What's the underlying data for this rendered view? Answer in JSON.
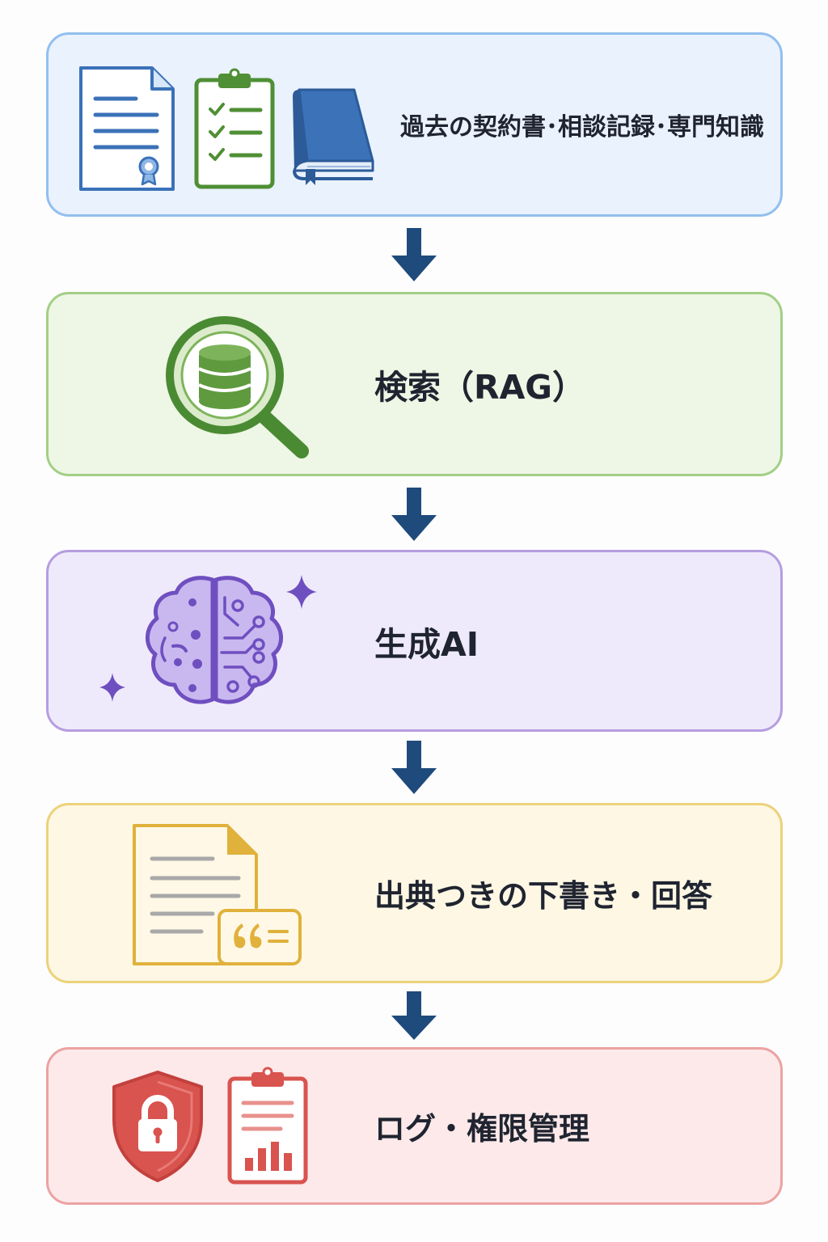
{
  "stages": [
    {
      "id": "sources",
      "label": "過去の契約書･相談記録･専門知識",
      "icons": [
        "contract-document-icon",
        "checklist-clipboard-icon",
        "book-icon"
      ]
    },
    {
      "id": "search",
      "label": "検索（RAG）",
      "icons": [
        "database-magnifier-icon"
      ]
    },
    {
      "id": "genai",
      "label": "生成AI",
      "icons": [
        "ai-brain-icon",
        "sparkle-icon"
      ]
    },
    {
      "id": "draft",
      "label": "出典つきの下書き・回答",
      "icons": [
        "document-quote-icon"
      ]
    },
    {
      "id": "log",
      "label": "ログ・権限管理",
      "icons": [
        "security-lock-shield-icon",
        "report-clipboard-icon"
      ]
    }
  ],
  "colors": {
    "blue": "#3b72b8",
    "green": "#5f9a3f",
    "purple": "#7b5cc7",
    "yellow": "#e0b13b",
    "red": "#d9534f",
    "arrow": "#1f4a7c"
  }
}
